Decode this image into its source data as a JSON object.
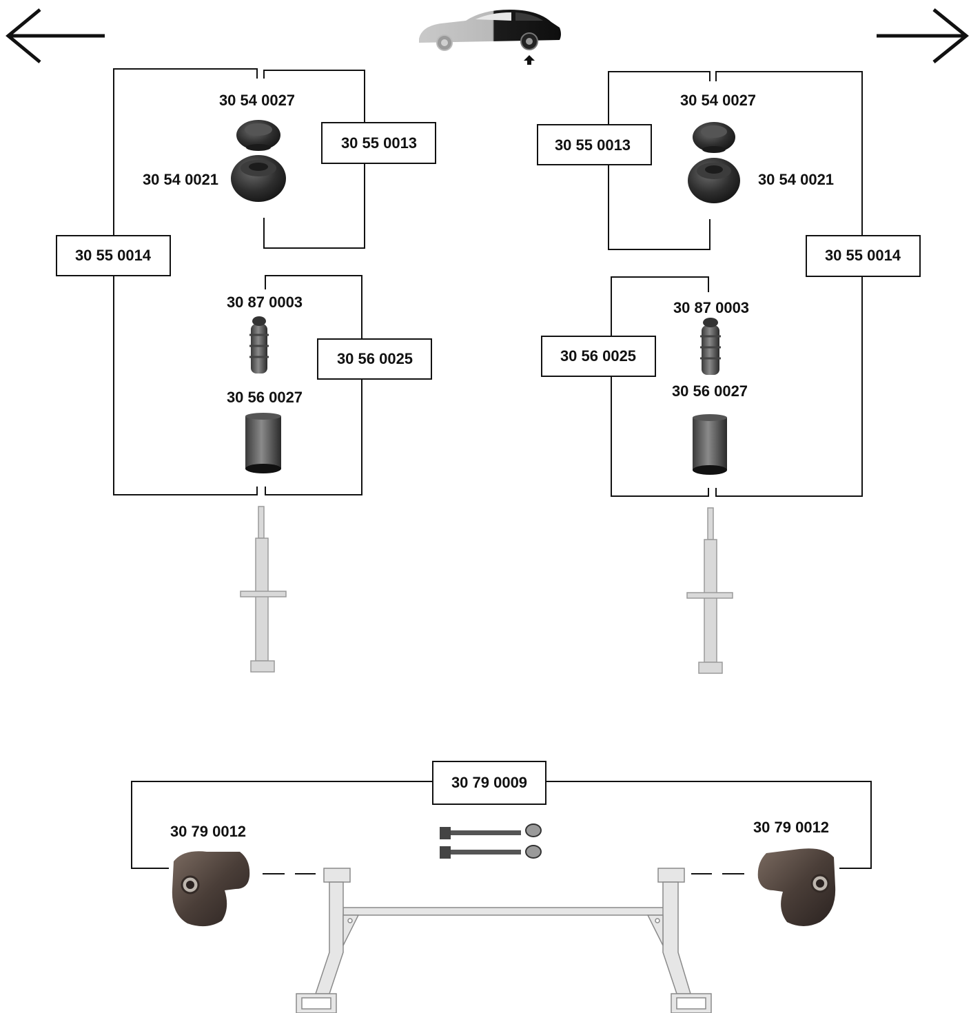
{
  "navigation": {
    "prev_icon": "arrow-left-icon",
    "next_icon": "arrow-right-icon",
    "car_icon": "car-rear-axle-icon"
  },
  "left_strut": {
    "kit_outer": "30 55 0014",
    "kit_upper": "30 55 0013",
    "kit_lower": "30 56 0025",
    "top_mount_small": "30 54 0027",
    "top_mount_large": "30 54 0021",
    "bump_stop": "30 87 0003",
    "dust_boot": "30 56 0027"
  },
  "right_strut": {
    "kit_outer": "30 55 0014",
    "kit_upper": "30 55 0013",
    "kit_lower": "30 56 0025",
    "top_mount_small": "30 54 0027",
    "top_mount_large": "30 54 0021",
    "bump_stop": "30 87 0003",
    "dust_boot": "30 56 0027"
  },
  "axle": {
    "kit": "30 79 0009",
    "bushing_left": "30 79 0012",
    "bushing_right": "30 79 0012"
  },
  "colors": {
    "line": "#111111",
    "rubber": "#2e2e2e",
    "metal": "#d9d9d9",
    "metal_edge": "#9a9a9a"
  }
}
